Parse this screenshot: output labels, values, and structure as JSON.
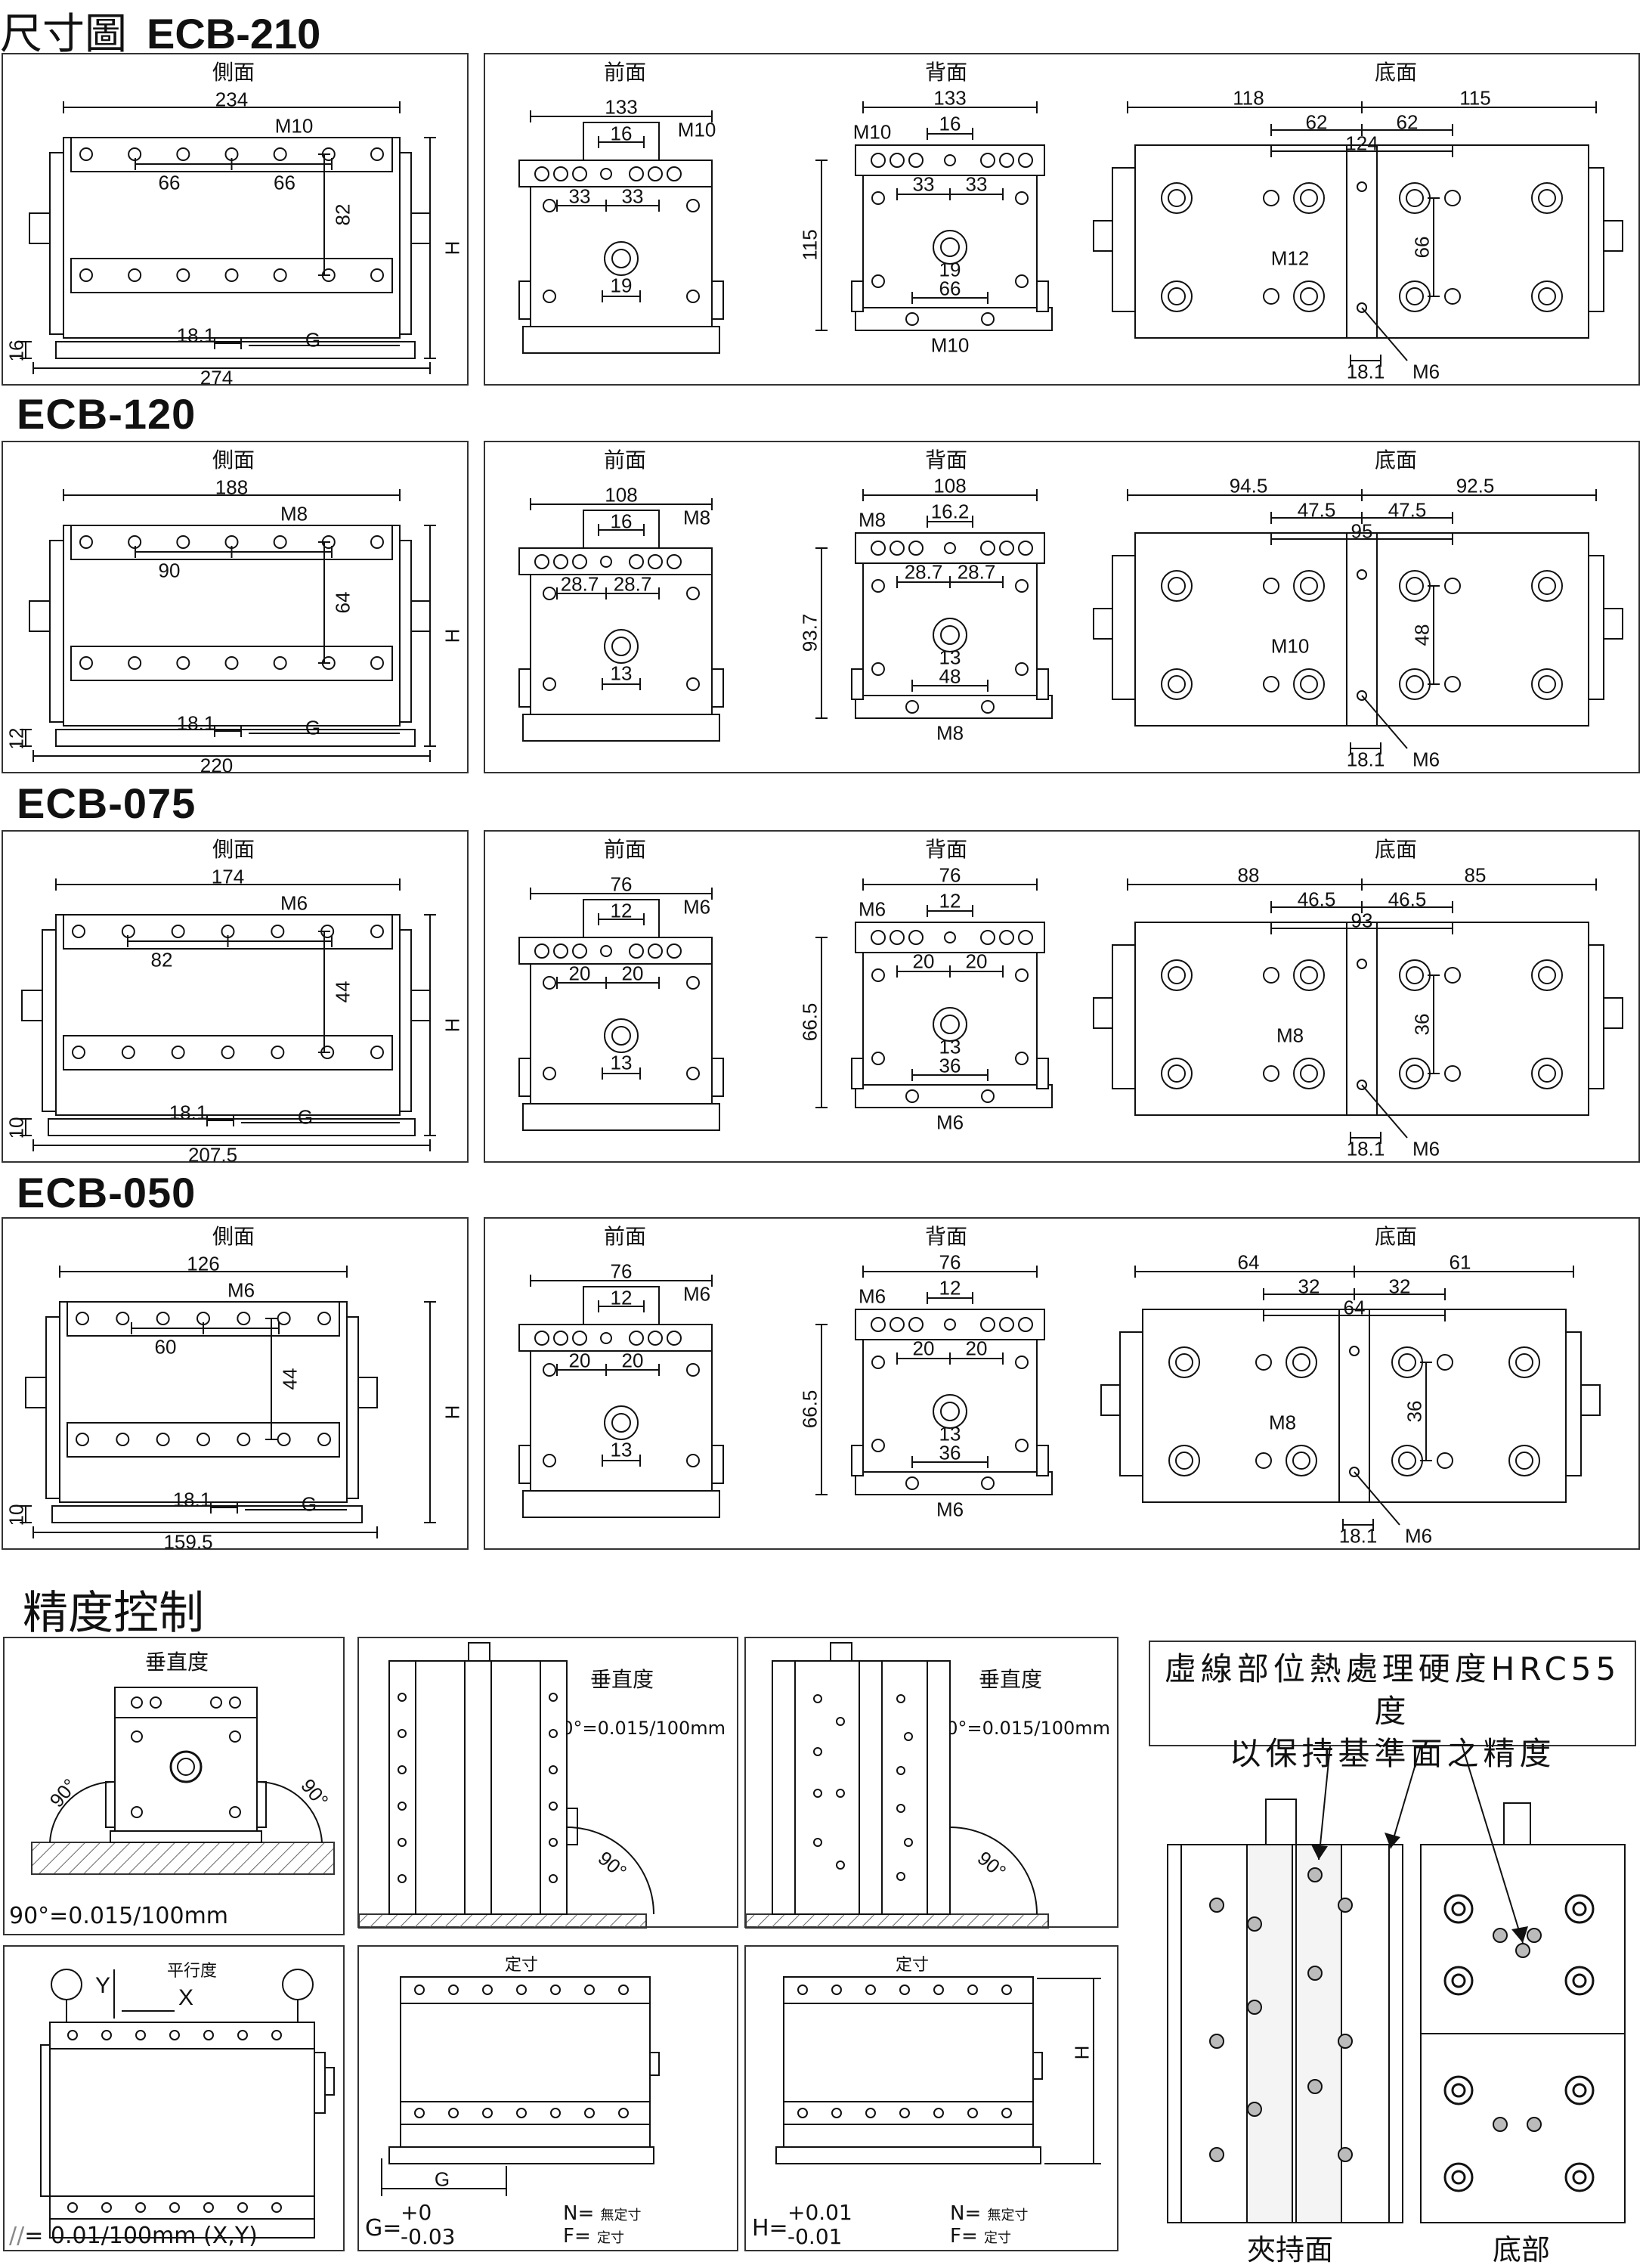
{
  "header": {
    "title_cn": "尺寸圖",
    "title_model": "ECB-210"
  },
  "views": {
    "side": "側面",
    "front": "前面",
    "back": "背面",
    "bottom": "底面"
  },
  "sections": [
    {
      "model": "ECB-210",
      "side": {
        "width": "234",
        "thread": "M10",
        "pitch_a": "66",
        "pitch_b": "66",
        "height": "82",
        "h": "H",
        "base": "16",
        "offset": "18.1",
        "g": "G",
        "total": "274"
      },
      "front": {
        "width": "133",
        "center": "16",
        "thread": "M10",
        "pitch_a": "33",
        "pitch_b": "33",
        "hole": "19"
      },
      "back": {
        "width": "133",
        "thread": "M10",
        "center": "16",
        "pitch_a": "33",
        "pitch_b": "33",
        "height": "115",
        "hole": "19",
        "base_pitch": "66",
        "base_thread": "M10"
      },
      "bottom": {
        "left": "118",
        "right": "115",
        "half_a": "62",
        "half_b": "62",
        "mid": "124",
        "thread": "M12",
        "height": "66",
        "offset": "18.1",
        "small_thread": "M6"
      }
    },
    {
      "model": "ECB-120",
      "side": {
        "width": "188",
        "thread": "M8",
        "pitch_a": "90",
        "height": "64",
        "h": "H",
        "base": "12",
        "offset": "18.1",
        "g": "G",
        "total": "220"
      },
      "front": {
        "width": "108",
        "center": "16",
        "thread": "M8",
        "pitch_a": "28.7",
        "pitch_b": "28.7",
        "hole": "13"
      },
      "back": {
        "width": "108",
        "thread": "M8",
        "center": "16.2",
        "pitch_a": "28.7",
        "pitch_b": "28.7",
        "height": "93.7",
        "hole": "13",
        "base_pitch": "48",
        "base_thread": "M8"
      },
      "bottom": {
        "left": "94.5",
        "right": "92.5",
        "half_a": "47.5",
        "half_b": "47.5",
        "mid": "95",
        "thread": "M10",
        "height": "48",
        "offset": "18.1",
        "small_thread": "M6"
      }
    },
    {
      "model": "ECB-075",
      "side": {
        "width": "174",
        "thread": "M6",
        "pitch_a": "82",
        "height": "44",
        "h": "H",
        "base": "10",
        "offset": "18.1",
        "g": "G",
        "total": "207.5"
      },
      "front": {
        "width": "76",
        "center": "12",
        "thread": "M6",
        "pitch_a": "20",
        "pitch_b": "20",
        "hole": "13"
      },
      "back": {
        "width": "76",
        "thread": "M6",
        "center": "12",
        "pitch_a": "20",
        "pitch_b": "20",
        "height": "66.5",
        "hole": "13",
        "base_pitch": "36",
        "base_thread": "M6"
      },
      "bottom": {
        "left": "88",
        "right": "85",
        "half_a": "46.5",
        "half_b": "46.5",
        "mid": "93",
        "thread": "M8",
        "height": "36",
        "offset": "18.1",
        "small_thread": "M6"
      }
    },
    {
      "model": "ECB-050",
      "side": {
        "width": "126",
        "thread": "M6",
        "pitch_a": "60",
        "height": "44",
        "h": "H",
        "base": "10",
        "offset": "18.1",
        "g": "G",
        "total": "159.5"
      },
      "front": {
        "width": "76",
        "center": "12",
        "thread": "M6",
        "pitch_a": "20",
        "pitch_b": "20",
        "hole": "13"
      },
      "back": {
        "width": "76",
        "thread": "M6",
        "center": "12",
        "pitch_a": "20",
        "pitch_b": "20",
        "height": "66.5",
        "hole": "13",
        "base_pitch": "36",
        "base_thread": "M6"
      },
      "bottom": {
        "left": "64",
        "right": "61",
        "half_a": "32",
        "half_b": "32",
        "mid": "64",
        "thread": "M8",
        "height": "36",
        "offset": "18.1",
        "small_thread": "M6"
      }
    }
  ],
  "precision": {
    "title": "精度控制",
    "perp_label": "垂直度",
    "perp_value": "90°=0.015/100mm",
    "perp_angle": "90°",
    "parallel_label": "平行度",
    "axis_x": "X",
    "axis_y": "Y",
    "parallel_value": "= 0.01/100mm (X,Y)",
    "size_label": "定寸",
    "g_label": "G",
    "h_label": "H",
    "g_tol_label": "G=",
    "g_tol_plus": "+0",
    "g_tol_minus": "-0.03",
    "h_tol_label": "H=",
    "h_tol_plus": "+0.01",
    "h_tol_minus": "-0.01",
    "n_label": "N=",
    "n_text": "無定寸",
    "f_label": "F=",
    "f_text": "定寸",
    "note_line1": "虛線部位熱處理硬度HRC55度",
    "note_line2": "以保持基準面之精度",
    "clamp_face": "夾持面",
    "bottom_part": "底部"
  }
}
